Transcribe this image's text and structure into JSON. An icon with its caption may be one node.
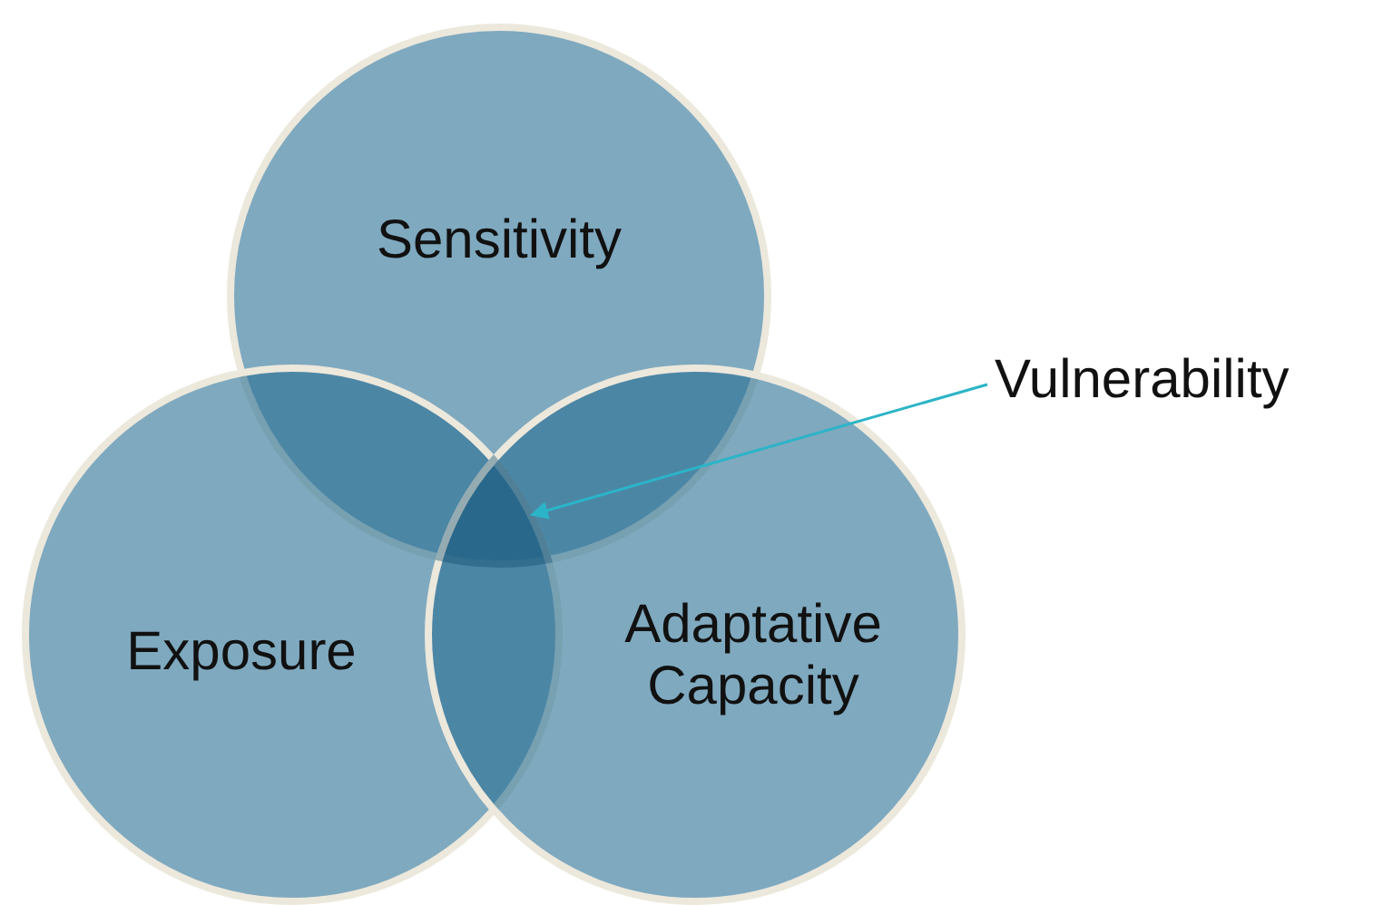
{
  "diagram": {
    "nodes": [
      {
        "text": [
          "Sensitivity"
        ]
      },
      {
        "text": [
          "Exposure"
        ]
      },
      {
        "text": [
          "Adaptative Capacity"
        ]
      },
      {
        "text": [
          "Vulnerability"
        ]
      },
      {
        "text": [],
        "shape": "region"
      }
    ],
    "edges": [
      {
        "from": 3,
        "to": 4,
        "arrow": "to"
      }
    ]
  }
}
